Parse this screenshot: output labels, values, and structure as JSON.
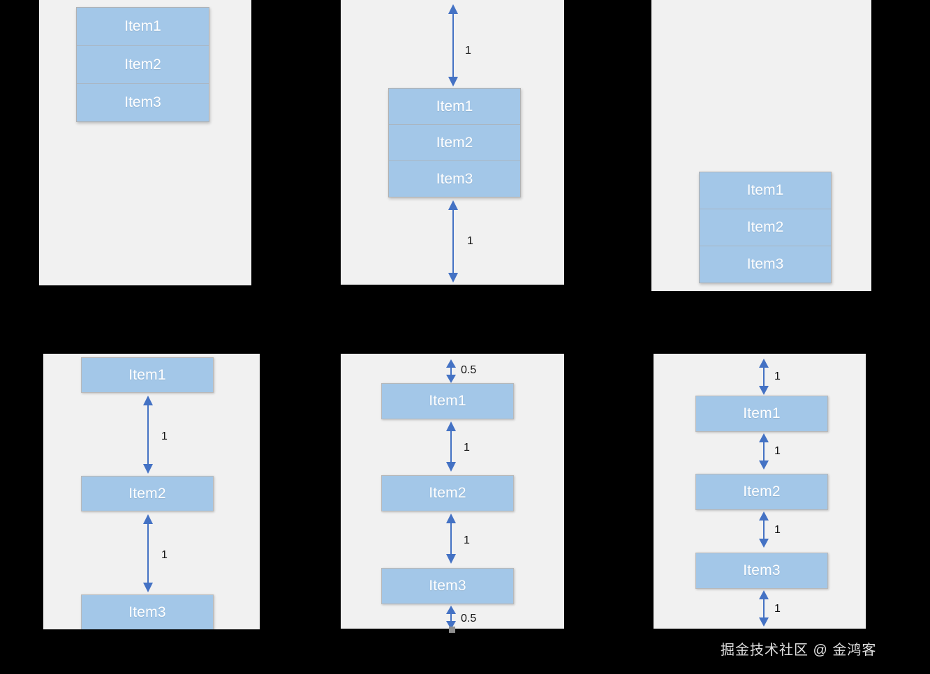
{
  "figure": {
    "background_color": "#000000",
    "panel_color": "#f1f1f1",
    "item_color": "#a3c7e8",
    "arrow_color": "#4472c4",
    "label_color": "#111111",
    "item_text_color": "#ffffff"
  },
  "watermark": {
    "text": "掘金技术社区 @ 金鸿客"
  },
  "panels": [
    {
      "id": "panel-1",
      "name": "no-spacing-top-aligned",
      "items": [
        "Item1",
        "Item2",
        "Item3"
      ],
      "gaps": []
    },
    {
      "id": "panel-2",
      "name": "space-around-collapsed-center",
      "items": [
        "Item1",
        "Item2",
        "Item3"
      ],
      "gaps": [
        {
          "position": "above-group",
          "value": "1"
        },
        {
          "position": "below-group",
          "value": "1"
        }
      ]
    },
    {
      "id": "panel-3",
      "name": "no-spacing-bottom-aligned",
      "items": [
        "Item1",
        "Item2",
        "Item3"
      ],
      "gaps": []
    },
    {
      "id": "panel-4",
      "name": "space-between",
      "items": [
        "Item1",
        "Item2",
        "Item3"
      ],
      "gaps": [
        {
          "position": "item1-item2",
          "value": "1"
        },
        {
          "position": "item2-item3",
          "value": "1"
        }
      ]
    },
    {
      "id": "panel-5",
      "name": "space-around",
      "items": [
        "Item1",
        "Item2",
        "Item3"
      ],
      "gaps": [
        {
          "position": "above-item1",
          "value": "0.5"
        },
        {
          "position": "item1-item2",
          "value": "1"
        },
        {
          "position": "item2-item3",
          "value": "1"
        },
        {
          "position": "below-item3",
          "value": "0.5"
        }
      ]
    },
    {
      "id": "panel-6",
      "name": "space-evenly",
      "items": [
        "Item1",
        "Item2",
        "Item3"
      ],
      "gaps": [
        {
          "position": "above-item1",
          "value": "1"
        },
        {
          "position": "item1-item2",
          "value": "1"
        },
        {
          "position": "item2-item3",
          "value": "1"
        },
        {
          "position": "below-item3",
          "value": "1"
        }
      ]
    }
  ]
}
